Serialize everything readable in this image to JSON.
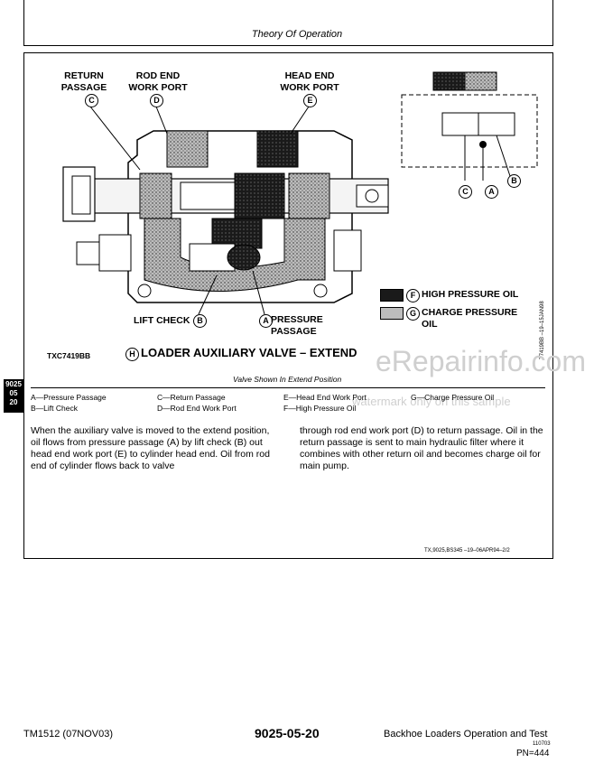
{
  "header": {
    "title": "Theory Of Operation"
  },
  "figure": {
    "labels": {
      "return_passage": "RETURN\nPASSAGE",
      "rod_end_work_port": "ROD END\nWORK PORT",
      "head_end_work_port": "HEAD END\nWORK PORT",
      "lift_check": "LIFT CHECK",
      "pressure_passage": "PRESSURE\nPASSAGE"
    },
    "callouts": {
      "C": "C",
      "D": "D",
      "E": "E",
      "B": "B",
      "A": "A",
      "F": "F",
      "G": "G",
      "H": "H"
    },
    "legend_key": {
      "high_pressure": "HIGH PRESSURE OIL",
      "charge_pressure": "CHARGE PRESSURE\nOIL"
    },
    "fig_number": "TXC7419BB",
    "fig_title": "LOADER AUXILIARY VALVE – EXTEND",
    "side_code": "T7419BB  –19–15JAN98",
    "subtitle": "Valve Shown In Extend Position"
  },
  "legend": [
    [
      "A—Pressure Passage",
      "C—Return Passage",
      "E—Head End Work Port",
      "G—Charge Pressure Oil"
    ],
    [
      "B—Lift Check",
      "D—Rod End Work Port",
      "F—High Pressure Oil",
      ""
    ]
  ],
  "body": {
    "col1": "When the auxiliary valve is moved to the extend position, oil flows from pressure passage (A) by lift check (B) out head end work port (E) to cylinder head end. Oil from rod end of cylinder flows back to valve",
    "col2": "through rod end work port (D) to return passage. Oil in the return passage is sent to main hydraulic filter where it combines with other return oil and becomes charge oil for main pump."
  },
  "ref_code": "TX,9025,BS345  –19–06APR94–2/2",
  "side_tab": [
    "9025",
    "05",
    "20"
  ],
  "watermark": {
    "site": "eRepairinfo.com",
    "note": "watermark only on this sample"
  },
  "footer": {
    "left": "TM1512 (07NOV03)",
    "center": "9025-05-20",
    "right": "Backhoe Loaders Operation and Test",
    "small": "110703",
    "pn": "PN=444"
  }
}
